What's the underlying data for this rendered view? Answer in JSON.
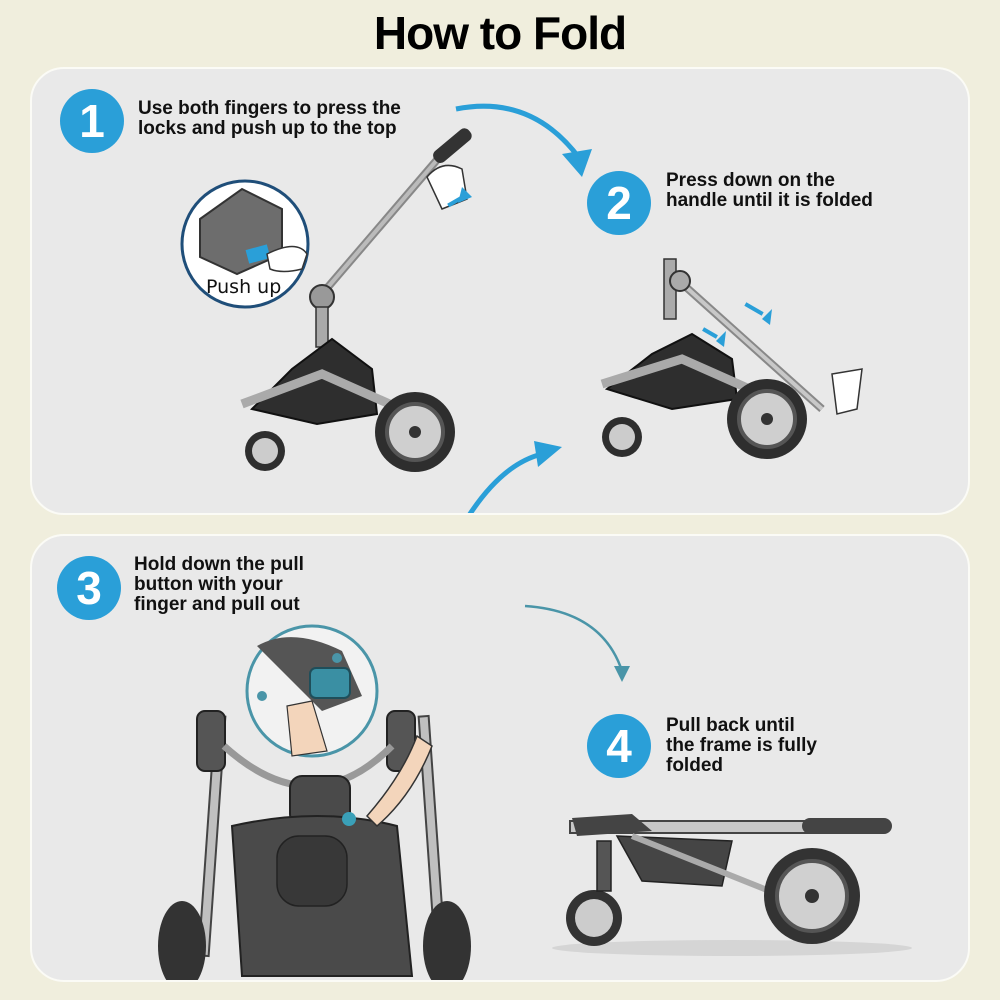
{
  "title": "How to Fold",
  "colors": {
    "background": "#f0eedd",
    "panel": "#e9e9e9",
    "accent": "#2a9fd8",
    "accent_dark": "#4a95a8",
    "text": "#111111"
  },
  "steps": [
    {
      "number": "1",
      "text": "Use both fingers to press the locks and push up to the top",
      "inset_label": "Push up"
    },
    {
      "number": "2",
      "text": "Press down on the handle until it is folded"
    },
    {
      "number": "3",
      "text": "Hold down the pull button with your finger and pull out",
      "inset_markers": [
        "1",
        "2"
      ]
    },
    {
      "number": "4",
      "text": "Pull back until the frame is fully folded"
    }
  ],
  "icons": {
    "arrow": "curved-arrow-icon",
    "stroller": "stroller-illustration",
    "hand": "hand-icon"
  }
}
